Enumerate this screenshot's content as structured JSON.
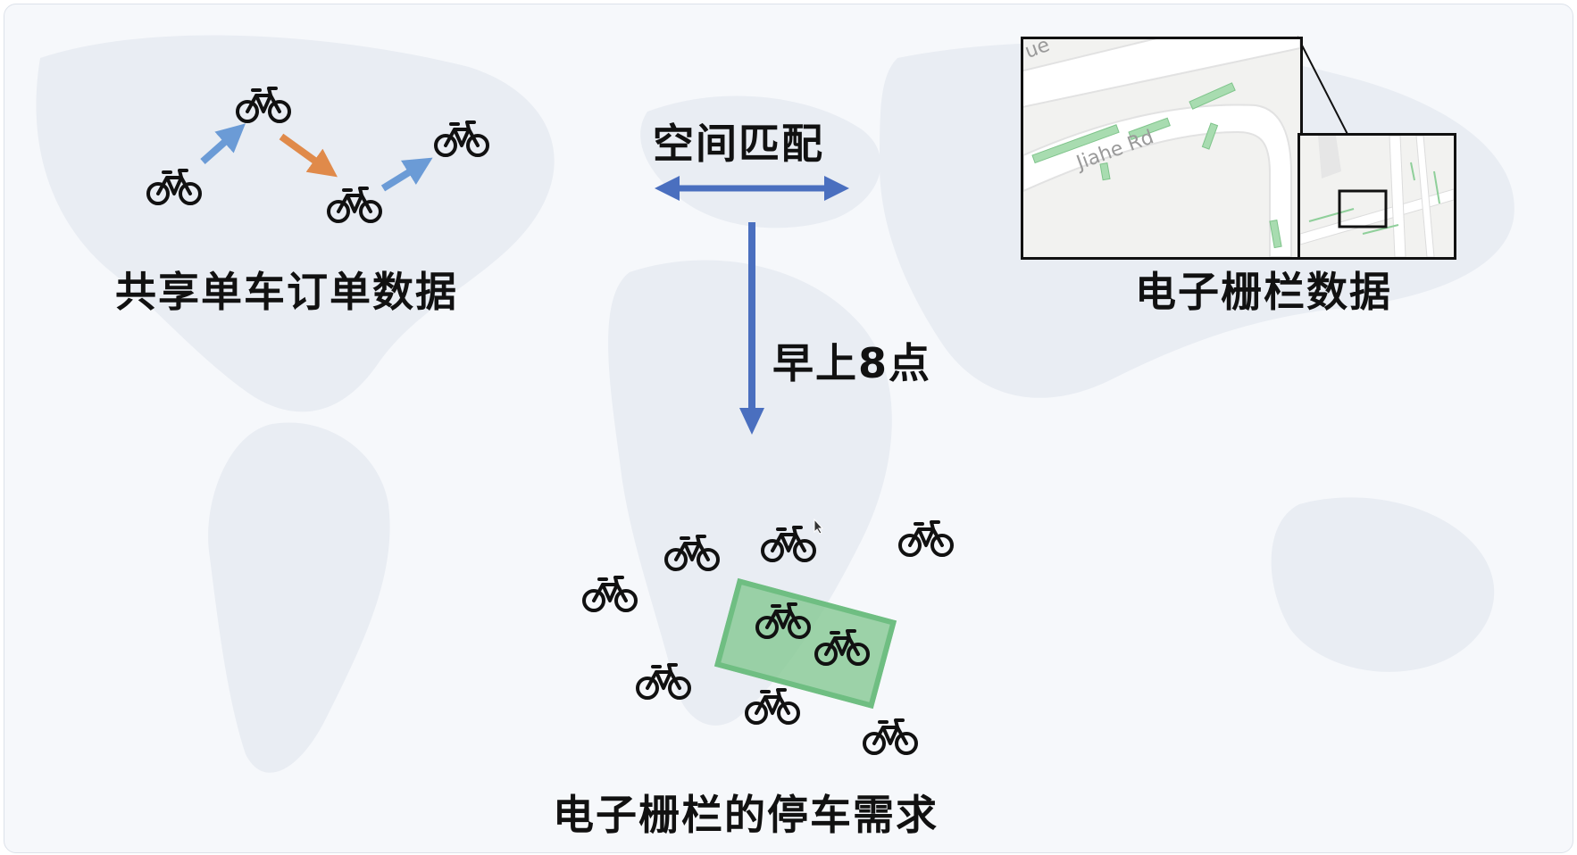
{
  "labels": {
    "orders": "共享单车订单数据",
    "spatial_match": "空间匹配",
    "fence_data": "电子栅栏数据",
    "time": "早上8点",
    "demand": "电子栅栏的停车需求"
  },
  "map": {
    "road_name": "Jiahe Rd",
    "road_name_partial": "ue"
  },
  "colors": {
    "flow_blue": "#6b9bd6",
    "flow_orange": "#e08a4a",
    "main_arrow": "#4a6fbf",
    "fence_green": "#7dc68c"
  },
  "icons": {
    "bike": "bicycle-icon",
    "cursor": "cursor-arrow-icon"
  }
}
